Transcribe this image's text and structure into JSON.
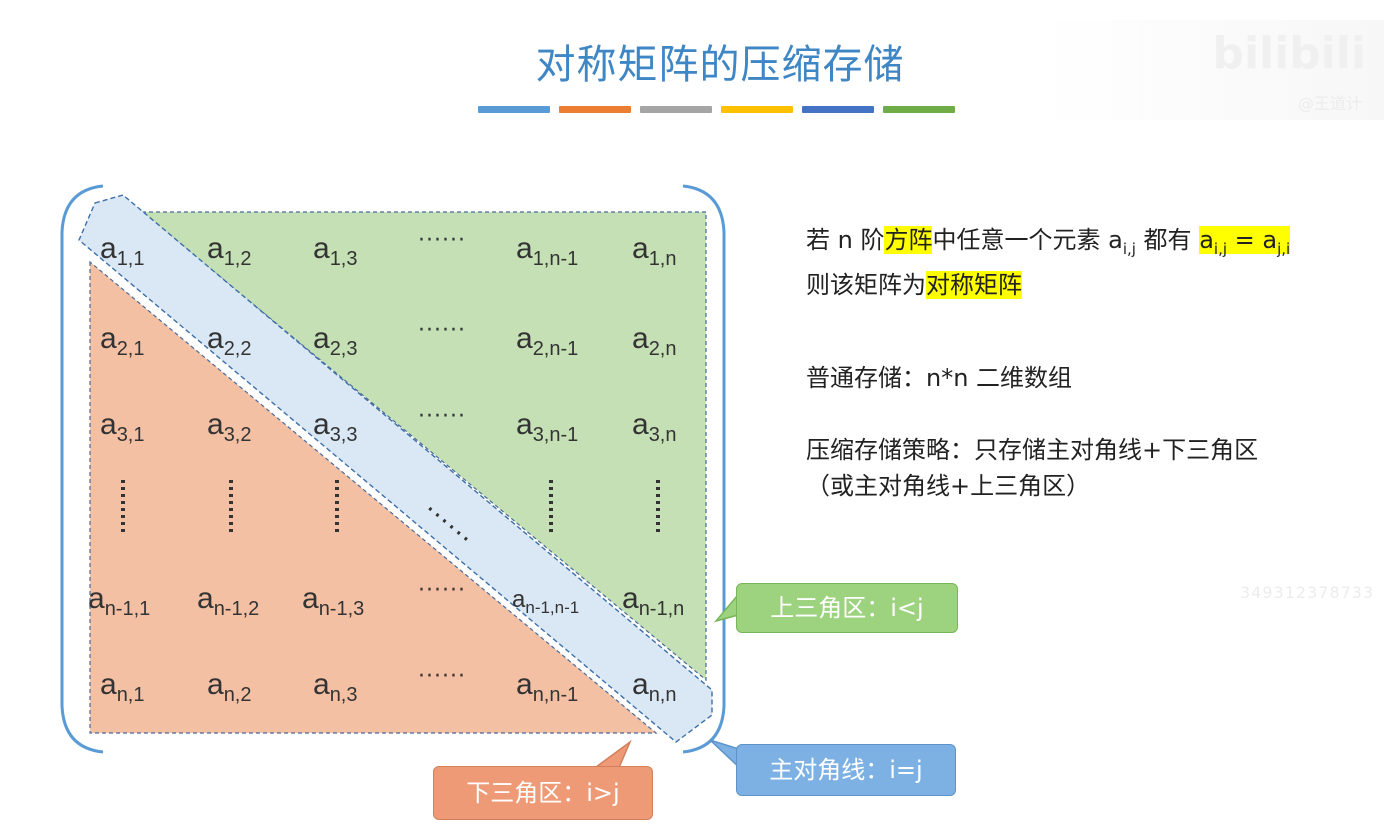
{
  "title": "对称矩阵的压缩存储",
  "color_bar": [
    "#5b9bd5",
    "#ed7d31",
    "#a5a5a5",
    "#ffc000",
    "#4472c4",
    "#70ad47"
  ],
  "matrix": {
    "rows": [
      [
        {
          "b": "a",
          "s": "1,1"
        },
        {
          "b": "a",
          "s": "1,2"
        },
        {
          "b": "a",
          "s": "1,3"
        },
        {
          "dots": "······"
        },
        {
          "b": "a",
          "s": "1,n-1"
        },
        {
          "b": "a",
          "s": "1,n"
        }
      ],
      [
        {
          "b": "a",
          "s": "2,1"
        },
        {
          "b": "a",
          "s": "2,2"
        },
        {
          "b": "a",
          "s": "2,3"
        },
        {
          "dots": "······"
        },
        {
          "b": "a",
          "s": "2,n-1"
        },
        {
          "b": "a",
          "s": "2,n"
        }
      ],
      [
        {
          "b": "a",
          "s": "3,1"
        },
        {
          "b": "a",
          "s": "3,2"
        },
        {
          "b": "a",
          "s": "3,3"
        },
        {
          "dots": "······"
        },
        {
          "b": "a",
          "s": "3,n-1"
        },
        {
          "b": "a",
          "s": "3,n"
        }
      ],
      [
        {
          "b": "a",
          "s": "n-1,1"
        },
        {
          "b": "a",
          "s": "n-1,2"
        },
        {
          "b": "a",
          "s": "n-1,3"
        },
        {
          "dots": "······"
        },
        {
          "b": "a",
          "s": "n-1,n-1"
        },
        {
          "b": "a",
          "s": "n-1,n"
        }
      ],
      [
        {
          "b": "a",
          "s": "n,1"
        },
        {
          "b": "a",
          "s": "n,2"
        },
        {
          "b": "a",
          "s": "n,3"
        },
        {
          "dots": "······"
        },
        {
          "b": "a",
          "s": "n,n-1"
        },
        {
          "b": "a",
          "s": "n,n"
        }
      ]
    ],
    "diagonal_dots": "······",
    "colors": {
      "upper": "#c5e0b4",
      "lower": "#f4c0a4",
      "diagonal": "#dae8f5",
      "bracket": "#5b9bd5"
    }
  },
  "definition": {
    "line1_pre": "若 n 阶",
    "line1_hl1": "方阵",
    "line1_mid": "中任意一个元素 a",
    "line1_sub1": "i,j",
    "line1_post": " 都有 ",
    "eq_a1": "a",
    "eq_s1": "i,j",
    "eq_mid": " = a",
    "eq_s2": "j,i",
    "line2_pre": "则该矩阵为",
    "line2_hl": "对称矩阵"
  },
  "normal_storage": "普通存储：n*n 二维数组",
  "compressed_line1": "压缩存储策略：只存储主对角线+下三角区",
  "compressed_line2": "（或主对角线+上三角区）",
  "callouts": {
    "upper": {
      "label": "上三角区：i<j",
      "color": "#9dd27f"
    },
    "diagonal": {
      "label": "主对角线：i=j",
      "color": "#7eb1e3"
    },
    "lower": {
      "label": "下三角区：i>j",
      "color": "#ee9a76"
    }
  },
  "watermark": {
    "logo": "bilibili",
    "sub": "@王道计"
  },
  "uid": "349312378733"
}
